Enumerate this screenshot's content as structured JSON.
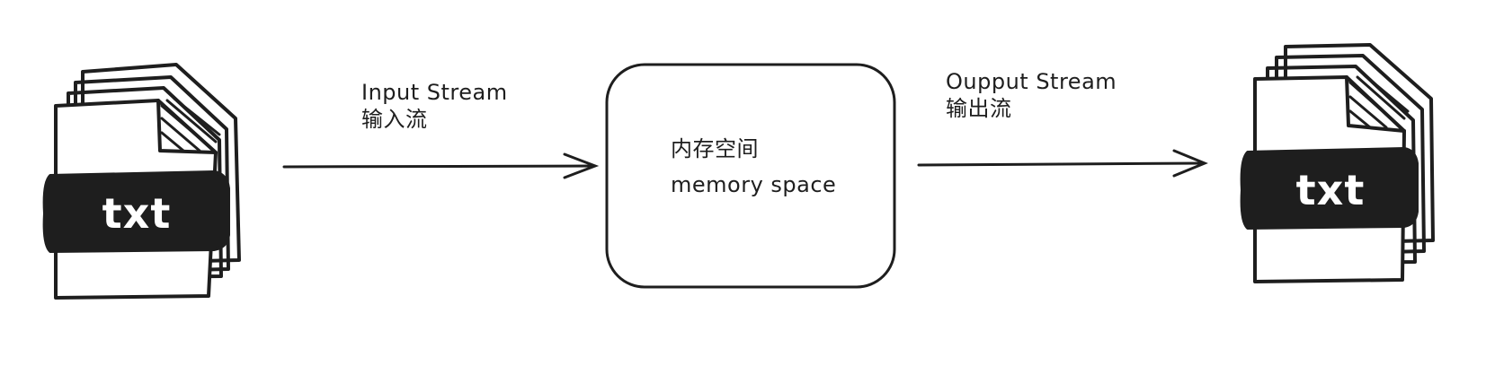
{
  "diagram": {
    "source_file": {
      "icon": "txt-file-icon",
      "label": "txt"
    },
    "input_edge": {
      "line1": "Input Stream",
      "line2": "输入流"
    },
    "memory_box": {
      "line1": "内存空间",
      "line2": "memory space"
    },
    "output_edge": {
      "line1": "Oupput Stream",
      "line2": "输出流"
    },
    "target_file": {
      "icon": "txt-file-icon",
      "label": "txt"
    },
    "colors": {
      "stroke": "#1e1e1e",
      "background": "#ffffff",
      "tag_text": "#ffffff"
    }
  }
}
